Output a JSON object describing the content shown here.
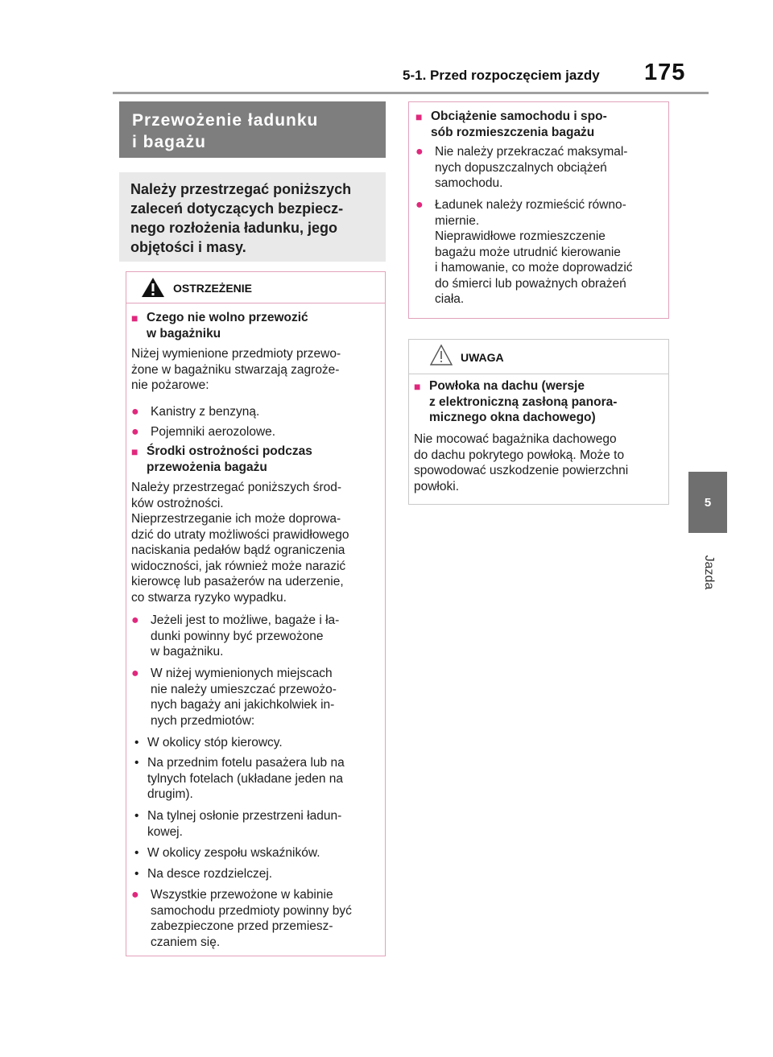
{
  "header": {
    "section": "5-1. Przed rozpoczęciem jazdy",
    "page": "175"
  },
  "side_tab": {
    "number": "5",
    "label": "Jazda"
  },
  "title": {
    "line1": "Przewożenie ładunku",
    "line2": "i bagażu"
  },
  "intro": {
    "lines": [
      "Należy przestrzegać poniższych",
      "zaleceń dotyczących bezpiecz-",
      "nego rozłożenia ładunku, jego",
      "objętości i masy."
    ]
  },
  "warning": {
    "label": "OSTRZEŻENIE",
    "h1": [
      "Czego nie wolno przewozić",
      "w bagażniku"
    ],
    "p1": [
      "Niżej wymienione przedmioty przewo-",
      "żone w bagażniku stwarzają zagroże-",
      "nie pożarowe:"
    ],
    "b1": "Kanistry z benzyną.",
    "b2": "Pojemniki aerozolowe.",
    "h2": [
      "Środki ostrożności podczas",
      "przewożenia bagażu"
    ],
    "p2": [
      "Należy przestrzegać poniższych środ-",
      "ków ostrożności.",
      "Nieprzestrzeganie ich może doprowa-",
      "dzić do utraty możliwości prawidłowego",
      "naciskania pedałów bądź ograniczenia",
      "widoczności, jak również może narazić",
      "kierowcę lub pasażerów na uderzenie,",
      "co stwarza ryzyko wypadku."
    ],
    "b3": [
      "Jeżeli jest to możliwe, bagaże i ła-",
      "dunki powinny być przewożone",
      "w bagażniku."
    ],
    "b4": [
      "W niżej wymienionych miejscach",
      "nie należy umieszczać przewożo-",
      "nych bagaży ani jakichkolwiek in-",
      "nych przedmiotów:"
    ],
    "s1": "W okolicy stóp kierowcy.",
    "s2": [
      "Na przednim fotelu pasażera lub na",
      "tylnych fotelach (układane jeden na",
      "drugim)."
    ],
    "s3": [
      "Na tylnej osłonie przestrzeni ładun-",
      "kowej."
    ],
    "s4": "W okolicy zespołu wskaźników.",
    "s5": "Na desce rozdzielczej.",
    "b5": [
      "Wszystkie przewożone w kabinie",
      "samochodu przedmioty powinny być",
      "zabezpieczone przed przemiesz-",
      "czaniem się."
    ]
  },
  "load": {
    "h": [
      "Obciążenie samochodu i spo-",
      "sób rozmieszczenia bagażu"
    ],
    "b1": [
      "Nie należy przekraczać maksymal-",
      "nych dopuszczalnych obciążeń",
      "samochodu."
    ],
    "b2": [
      "Ładunek należy rozmieścić równo-",
      "miernie.",
      "Nieprawidłowe rozmieszczenie",
      "bagażu może utrudnić kierowanie",
      "i hamowanie, co może doprowadzić",
      "do śmierci lub poważnych obrażeń",
      "ciała."
    ]
  },
  "notice": {
    "label": "UWAGA",
    "h": [
      "Powłoka na dachu (wersje",
      "z elektroniczną zasłoną panora-",
      "micznego okna dachowego)"
    ],
    "p": [
      "Nie mocować bagażnika dachowego",
      "do dachu pokrytego powłoką. Może to",
      "spowodować uszkodzenie powierzchni",
      "powłoki."
    ]
  },
  "colors": {
    "accent": "#e0287d",
    "warning_border": "#e2a2bb",
    "title_bg": "#7e7e7e",
    "intro_bg": "#e9e9e9",
    "tab_bg": "#6f6f6f"
  },
  "icons": {
    "warning": "warning-triangle-icon",
    "notice": "notice-triangle-icon",
    "heading_marker": "square-marker-icon",
    "bullet": "dot-bullet-icon"
  }
}
